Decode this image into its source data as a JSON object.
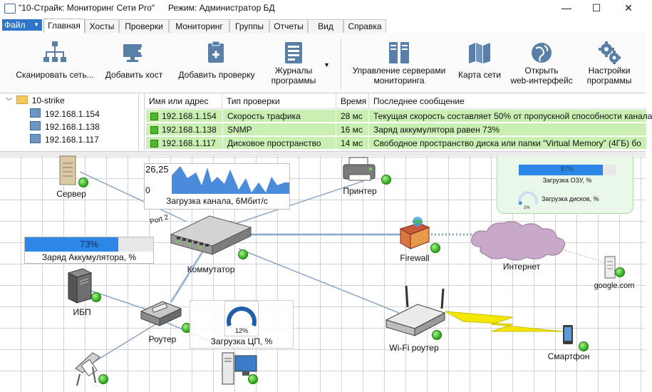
{
  "window": {
    "title": "\"10-Страйк: Мониторинг Сети Pro\"",
    "mode": "Режим: Администратор БД",
    "buttons": {
      "minimize": "—",
      "maximize": "☐",
      "close": "✕"
    }
  },
  "menu": {
    "file_label": "Файл",
    "tabs": [
      "Главная",
      "Хосты",
      "Проверки",
      "Мониторинг",
      "Группы",
      "Отчеты",
      "Вид",
      "Справка"
    ],
    "active_tab": "Главная"
  },
  "ribbon": {
    "buttons": [
      {
        "label": "Сканировать сеть...",
        "icon": "network-tree-icon"
      },
      {
        "label": "Добавить хост",
        "icon": "add-host-icon"
      },
      {
        "label": "Добавить проверку",
        "icon": "add-check-icon"
      },
      {
        "label": "Журналы\nпрограммы",
        "icon": "logs-icon"
      },
      {
        "label": "Управление серверами\nмониторинга",
        "icon": "servers-icon"
      },
      {
        "label": "Карта сети",
        "icon": "map-icon"
      },
      {
        "label": "Открыть\nweb-интерфейс",
        "icon": "globe-icon"
      },
      {
        "label": "Настройки\nпрограммы",
        "icon": "gears-icon"
      }
    ]
  },
  "tree": {
    "root": "10-strike",
    "items": [
      "192.168.1.154",
      "192.168.1.138",
      "192.168.1.117"
    ]
  },
  "grid": {
    "headers": [
      "Имя или адрес",
      "Тип проверки",
      "Время",
      "Последнее сообщение"
    ],
    "rows": [
      [
        "192.168.1.154",
        "Скорость трафика",
        "28 мс",
        "Текущая скорость составляет 50% от пропускной способности канала"
      ],
      [
        "192.168.1.138",
        "SNMP",
        "16 мс",
        "Заряд аккумулятора равен 73%"
      ],
      [
        "192.168.1.117",
        "Дисковое пространство",
        "14 мс",
        "Свободное пространство диска или папки “Virtual Memory” (4ГБ) бо"
      ]
    ],
    "status_color": "#c9f0b2"
  },
  "map": {
    "nodes": {
      "server": "Сервер",
      "printer": "Принтер",
      "switch": "Коммутатор",
      "firewall": "Firewall",
      "internet": "Интернет",
      "google": "google.com",
      "ups": "ИБП",
      "router": "Роутер",
      "wifi": "Wi-Fi роутер",
      "smartphone": "Смартфон",
      "port": "Port 2"
    },
    "traffic_widget": {
      "max": "26,25",
      "min": "0",
      "label": "Загрузка канала, 6Мбит/с"
    },
    "battery_widget": {
      "value": 73,
      "value_text": "73%",
      "label": "Заряд Аккумулятора, %"
    },
    "cpu_widget": {
      "value": 12,
      "value_text": "12%",
      "label": "Загрузка ЦП, %"
    },
    "ram_widget": {
      "value": 87,
      "value_text": "87%",
      "label": "Загрузка ОЗУ, %"
    },
    "disk_widget": {
      "value": 2,
      "value_text": "2%",
      "label": "Загрузка дисков, %"
    },
    "colors": {
      "status_ok": "#27a615",
      "bar": "#2c87e6",
      "link": "#8aa6c6",
      "wireless": "#f3e600"
    }
  }
}
